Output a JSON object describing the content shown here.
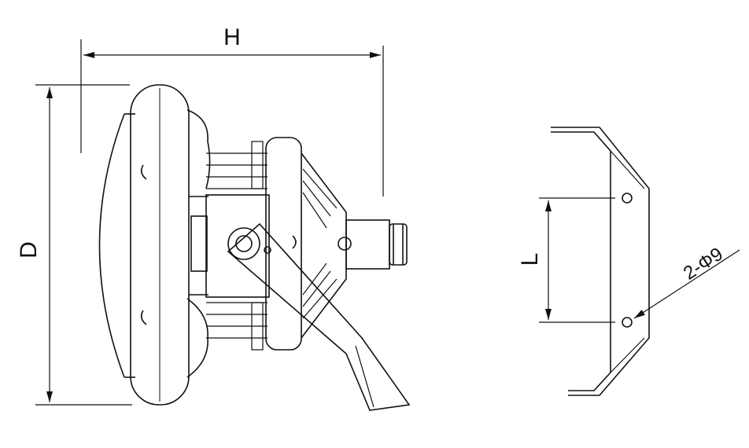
{
  "labels": {
    "height_dim": "H",
    "diameter_dim": "D",
    "hole_spacing_dim": "L",
    "hole_spec": "2-Φ9"
  },
  "colors": {
    "line": "#111111",
    "background": "#ffffff"
  }
}
